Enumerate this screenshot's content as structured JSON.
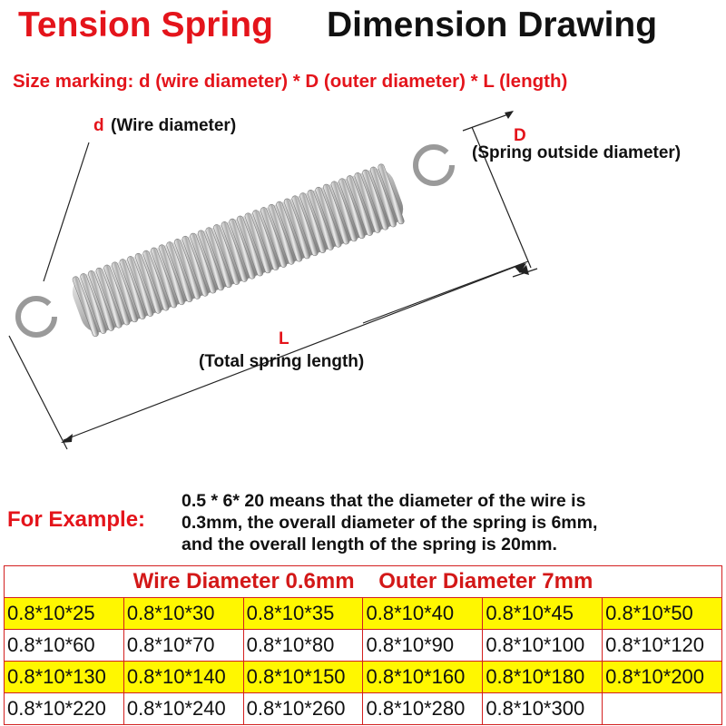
{
  "title": {
    "red": "Tension Spring",
    "black": "Dimension Drawing"
  },
  "size_marking": "Size marking: d (wire diameter) * D (outer diameter) * L (length)",
  "labels": {
    "d_letter": "d",
    "d_desc": "(Wire diameter)",
    "D_letter": "D",
    "D_desc": "(Spring outside diameter)",
    "L_letter": "L",
    "L_desc": "(Total spring length)"
  },
  "example": {
    "label": "For Example:",
    "lines": [
      "0.5 * 6* 20 means that the diameter of the wire is",
      "0.3mm, the overall diameter of the spring is 6mm,",
      "and the overall length of the spring is 20mm."
    ]
  },
  "table": {
    "header_wire": "Wire Diameter 0.6mm",
    "header_outer": "Outer Diameter 7mm",
    "rows": [
      [
        "0.8*10*25",
        "0.8*10*30",
        "0.8*10*35",
        "0.8*10*40",
        "0.8*10*45",
        "0.8*10*50"
      ],
      [
        "0.8*10*60",
        "0.8*10*70",
        "0.8*10*80",
        "0.8*10*90",
        "0.8*10*100",
        "0.8*10*120"
      ],
      [
        "0.8*10*130",
        "0.8*10*140",
        "0.8*10*150",
        "0.8*10*160",
        "0.8*10*180",
        "0.8*10*200"
      ],
      [
        "0.8*10*220",
        "0.8*10*240",
        "0.8*10*260",
        "0.8*10*280",
        "0.8*10*300",
        ""
      ]
    ],
    "highlight_color": "#fff700",
    "border_color": "#d32020"
  },
  "colors": {
    "accent_red": "#e4141b",
    "text": "#111111"
  }
}
